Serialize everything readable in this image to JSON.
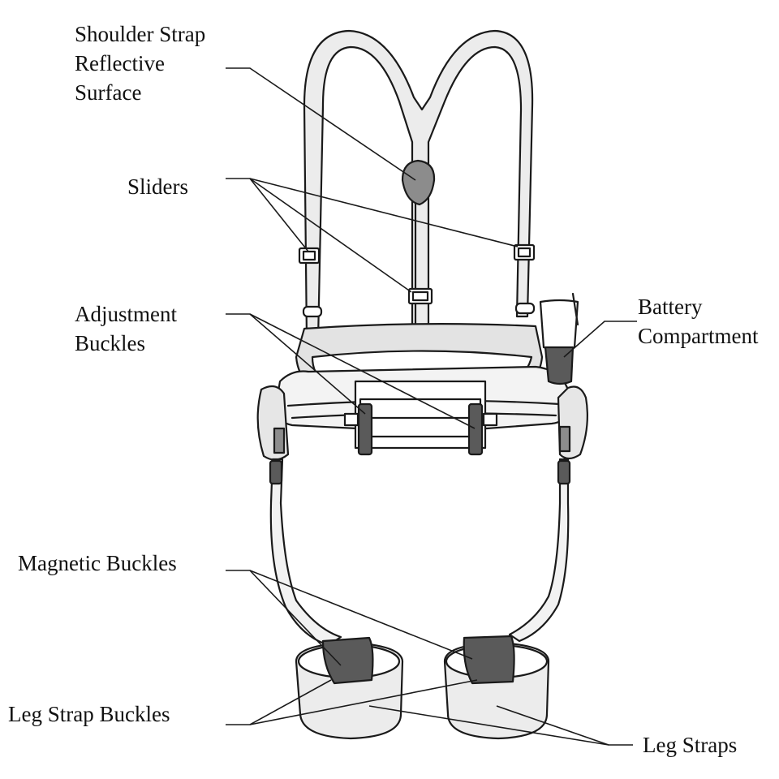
{
  "labels": {
    "shoulder_strap": [
      "Shoulder Strap",
      "Reflective",
      "Surface"
    ],
    "sliders": "Sliders",
    "adjustment_buckles": [
      "Adjustment",
      "Buckles"
    ],
    "battery_compartment": [
      "Battery",
      "Compartment"
    ],
    "magnetic_buckles": "Magnetic Buckles",
    "leg_strap_buckles": "Leg Strap Buckles",
    "leg_straps": "Leg Straps"
  },
  "colors": {
    "line": "#1a1a1a",
    "strap_fill": "#ececec",
    "dark_fill": "#5a5a5a",
    "medium_fill": "#8c8c8c"
  }
}
